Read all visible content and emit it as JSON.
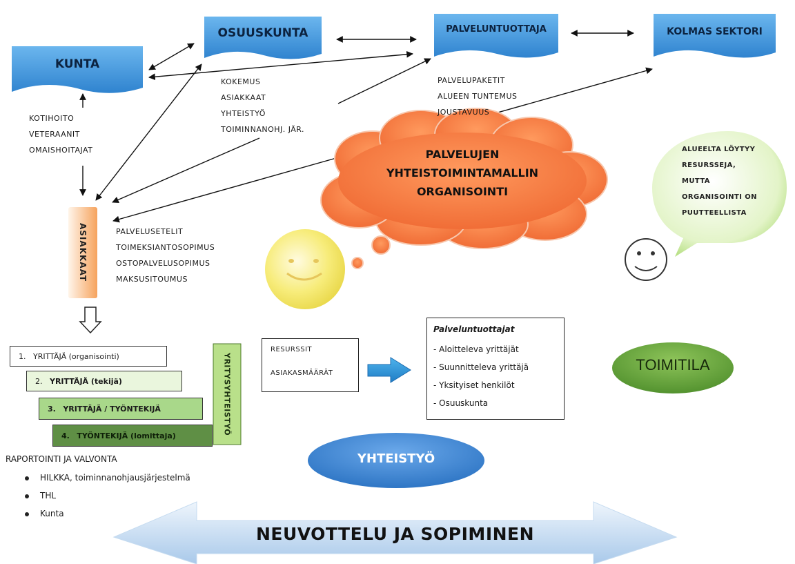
{
  "nodes": {
    "kunta": "KUNTA",
    "osuuskunta": "OSUUSKUNTA",
    "palveluntuottaja": "PALVELUNTUOTTAJA",
    "kolmas_sektori": "KOLMAS SEKTORI",
    "asiakkaat": "ASIAKKAAT"
  },
  "kunta_list": [
    "KOTIHOITO",
    "VETERAANIT",
    "OMAISHOITAJAT"
  ],
  "osuuskunta_list": [
    "KOKEMUS",
    "ASIAKKAAT",
    "YHTEISTYÖ",
    "TOIMINNANOHJ. JÄR."
  ],
  "palveluntuottaja_list": [
    "PALVELUPAKETIT",
    "ALUEEN TUNTEMUS",
    "JOUSTAVUUS"
  ],
  "asiakkaat_list": [
    "PALVELUSETELIT",
    "TOIMEKSIANTOSOPIMUS",
    "OSTOPALVELUSOPIMUS",
    "MAKSUSITOUMUS"
  ],
  "cloud": {
    "lines": [
      "PALVELUJEN",
      "YHTEISTOIMINTAMALLIN",
      "ORGANISOINTI"
    ]
  },
  "speech_bubble": {
    "lines": [
      "ALUEELTA LÖYTYY",
      "RESURSSEJA,",
      "MUTTA",
      "ORGANISOINTI ON",
      "PUUTTEELLISTA"
    ]
  },
  "steps": [
    {
      "num": "1.",
      "label": "YRITTÄJÄ (organisointi)"
    },
    {
      "num": "2.",
      "label": "YRITTÄJÄ (tekijä)"
    },
    {
      "num": "3.",
      "label": "YRITTÄJÄ / TYÖNTEKIJÄ"
    },
    {
      "num": "4.",
      "label": "TYÖNTEKIJÄ (lomittaja)"
    }
  ],
  "yritysyhteistyo": "YRITYSYHTEISTYÖ",
  "resources_box": [
    "RESURSSIT",
    "ASIAKASMÄÄRÄT"
  ],
  "providers_box": {
    "title": "Palveluntuottajat",
    "items": [
      "- Aloitteleva yrittäjät",
      "- Suunnitteleva yrittäjä",
      "- Yksityiset henkilöt",
      "- Osuuskunta"
    ]
  },
  "toimitila": "TOIMITILA",
  "yhteistyo": "YHTEISTYÖ",
  "reporting": {
    "title": "RAPORTOINTI JA VALVONTA",
    "items": [
      "HILKKA, toiminnanohjausjärjestelmä",
      "THL",
      "Kunta"
    ]
  },
  "bottom_arrow": "NEUVOTTELU JA SOPIMINEN",
  "colors": {
    "banner_blue": "#3b8fd6",
    "cloud_orange": "#f47a3f",
    "green_dark": "#5f9a3c",
    "yhteistyo_blue": "#3f87d4"
  }
}
